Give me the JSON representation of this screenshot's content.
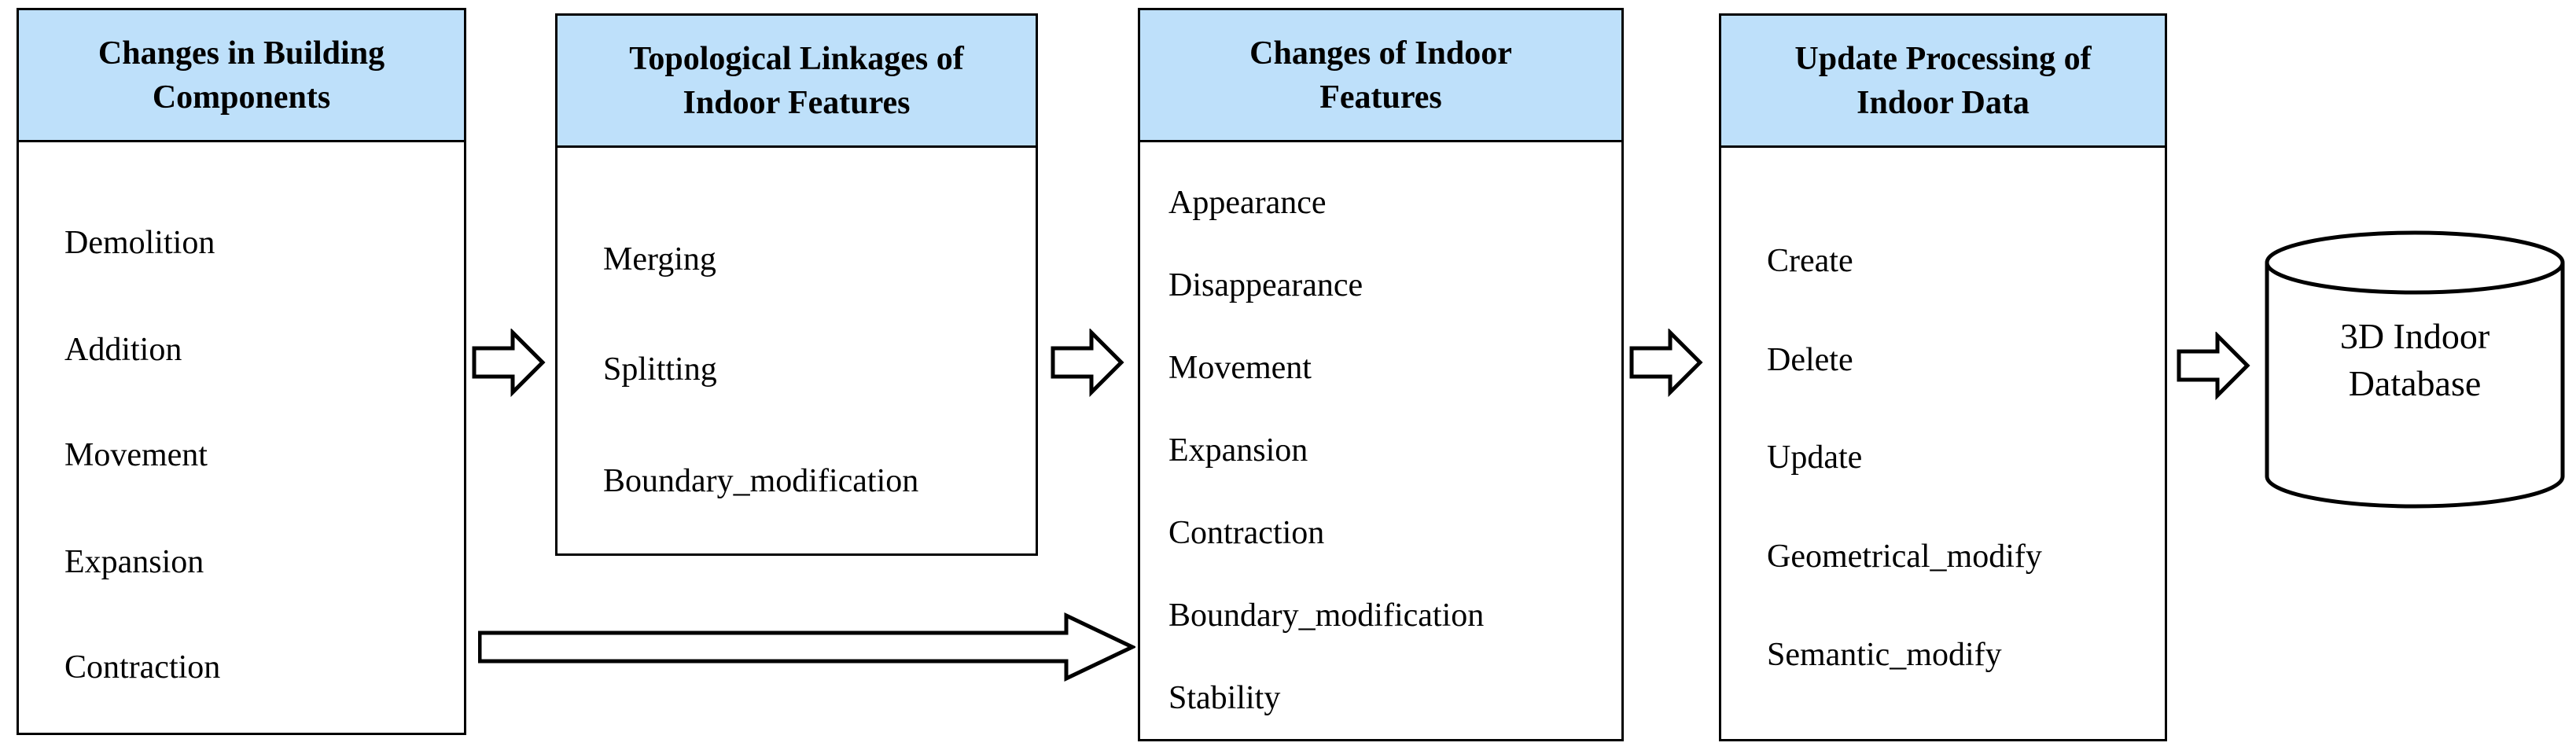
{
  "boxes": [
    {
      "title": "Changes in Building Components",
      "items": [
        "Demolition",
        "Addition",
        "Movement",
        "Expansion",
        "Contraction"
      ]
    },
    {
      "title": "Topological Linkages of Indoor Features",
      "items": [
        "Merging",
        "Splitting",
        "Boundary_modification"
      ]
    },
    {
      "title": "Changes of Indoor Features",
      "items": [
        "Appearance",
        "Disappearance",
        "Movement",
        "Expansion",
        "Contraction",
        "Boundary_modification",
        "Stability"
      ]
    },
    {
      "title": "Update Processing of Indoor Data",
      "items": [
        "Create",
        "Delete",
        "Update",
        "Geometrical_modify",
        "Semantic_modify"
      ]
    }
  ],
  "database": {
    "label": "3D Indoor Database"
  },
  "icons": {
    "flow_arrow": "block-arrow-right",
    "long_flow_arrow": "long-thin-arrow-right",
    "database": "cylinder"
  },
  "colors": {
    "header_bg": "#BEE0FA",
    "border": "#000000",
    "background": "#FFFFFF"
  }
}
